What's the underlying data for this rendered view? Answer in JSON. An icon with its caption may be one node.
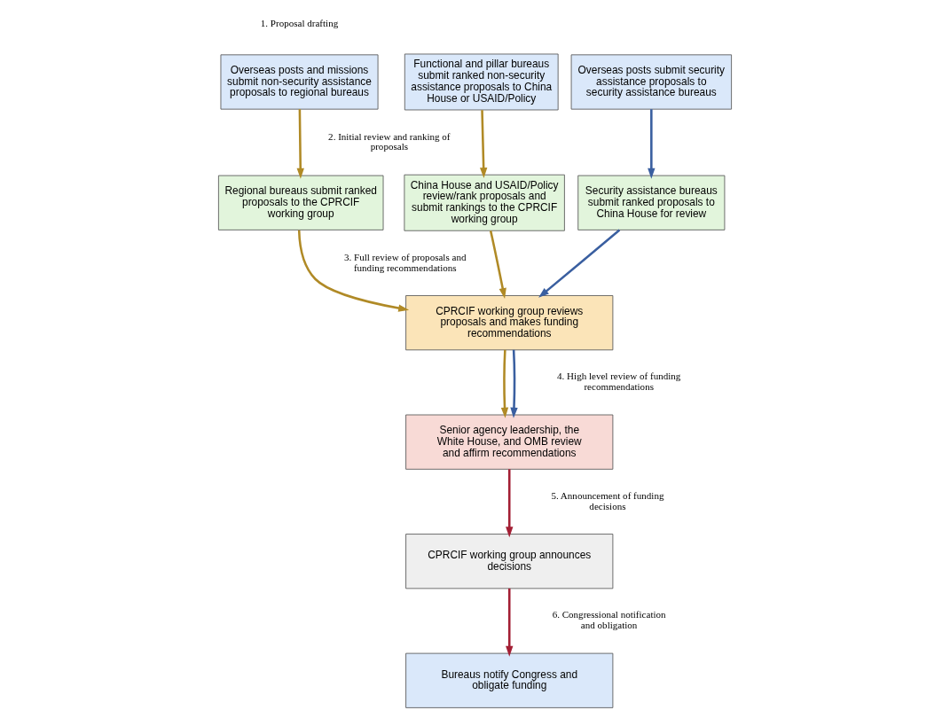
{
  "diagram": {
    "nodes": [
      {
        "text": [
          "Overseas posts and missions submit non-security assistance proposals to regional bureaus"
        ]
      },
      {
        "text": [
          "Functional and pillar bureaus submit ranked non-security assistance proposals to China House or USAID/Policy"
        ]
      },
      {
        "text": [
          "Overseas posts submit security assistance proposals to security assistance bureaus"
        ]
      },
      {
        "text": [
          "Regional bureaus submit ranked proposals to the CPRCIF working group"
        ]
      },
      {
        "text": [
          "China House and USAID/Policy review/rank proposals and submit rankings to the CPRCIF working group"
        ]
      },
      {
        "text": [
          "Security assistance bureaus submit ranked proposals to China House for review"
        ]
      },
      {
        "text": [
          "CPRCIF working group reviews proposals and makes funding recommendations"
        ]
      },
      {
        "text": [
          "Senior agency leadership, the White House, and OMB review and affirm recommendations"
        ]
      },
      {
        "text": [
          "CPRCIF working group announces decisions"
        ]
      },
      {
        "text": [
          "Bureaus notify Congress and obligate funding"
        ]
      }
    ],
    "edges": [
      {
        "from": 0,
        "to": 3,
        "arrow": "to"
      },
      {
        "from": 1,
        "to": 4,
        "arrow": "to"
      },
      {
        "from": 2,
        "to": 5,
        "arrow": "to",
        "color": "#3a5fa0"
      },
      {
        "from": 3,
        "to": 6,
        "arrow": "to"
      },
      {
        "from": 4,
        "to": 6,
        "arrow": "to"
      },
      {
        "from": 5,
        "to": 6,
        "arrow": "to",
        "color": "#3a5fa0"
      },
      {
        "from": 6,
        "to": 7,
        "arrow": "to"
      },
      {
        "from": 6,
        "to": 7,
        "arrow": "to",
        "color": "#3a5fa0"
      },
      {
        "from": 7,
        "to": 8,
        "arrow": "to",
        "color": "#a31f34"
      },
      {
        "from": 8,
        "to": 9,
        "arrow": "to",
        "color": "#a31f34"
      }
    ],
    "labels": [
      "1. Proposal drafting",
      "2. Initial review and ranking of proposals",
      "3. Full review of proposals and funding recommendations",
      "4. High level review of funding recommendations",
      "5. Announcement of funding decisions",
      "6. Congressional notification and obligation"
    ]
  }
}
